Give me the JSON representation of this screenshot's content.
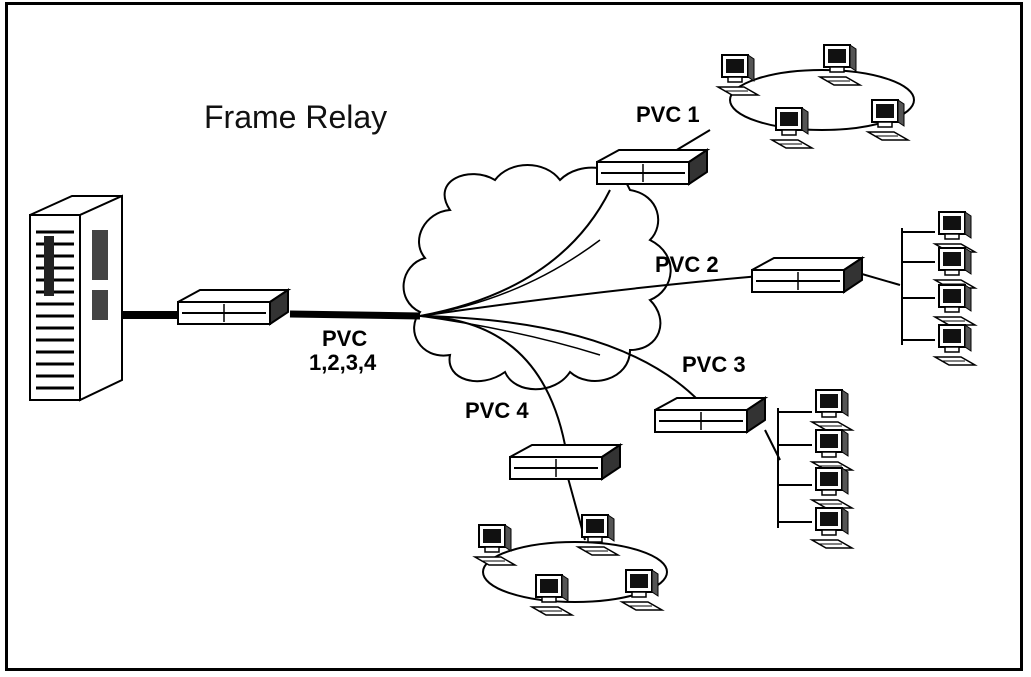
{
  "diagram": {
    "title": "Frame Relay",
    "labels": {
      "pvc_main_line1": "PVC",
      "pvc_main_line2": "1,2,3,4",
      "pvc1": "PVC 1",
      "pvc2": "PVC 2",
      "pvc3": "PVC 3",
      "pvc4": "PVC 4"
    },
    "colors": {
      "line": "#000000",
      "device_fill": "#ffffff",
      "device_dark": "#222222"
    },
    "icons": {
      "host": "server-tower-icon",
      "router": "router-icon",
      "workstation": "computer-monitor-icon",
      "cloud": "network-cloud-icon"
    }
  }
}
